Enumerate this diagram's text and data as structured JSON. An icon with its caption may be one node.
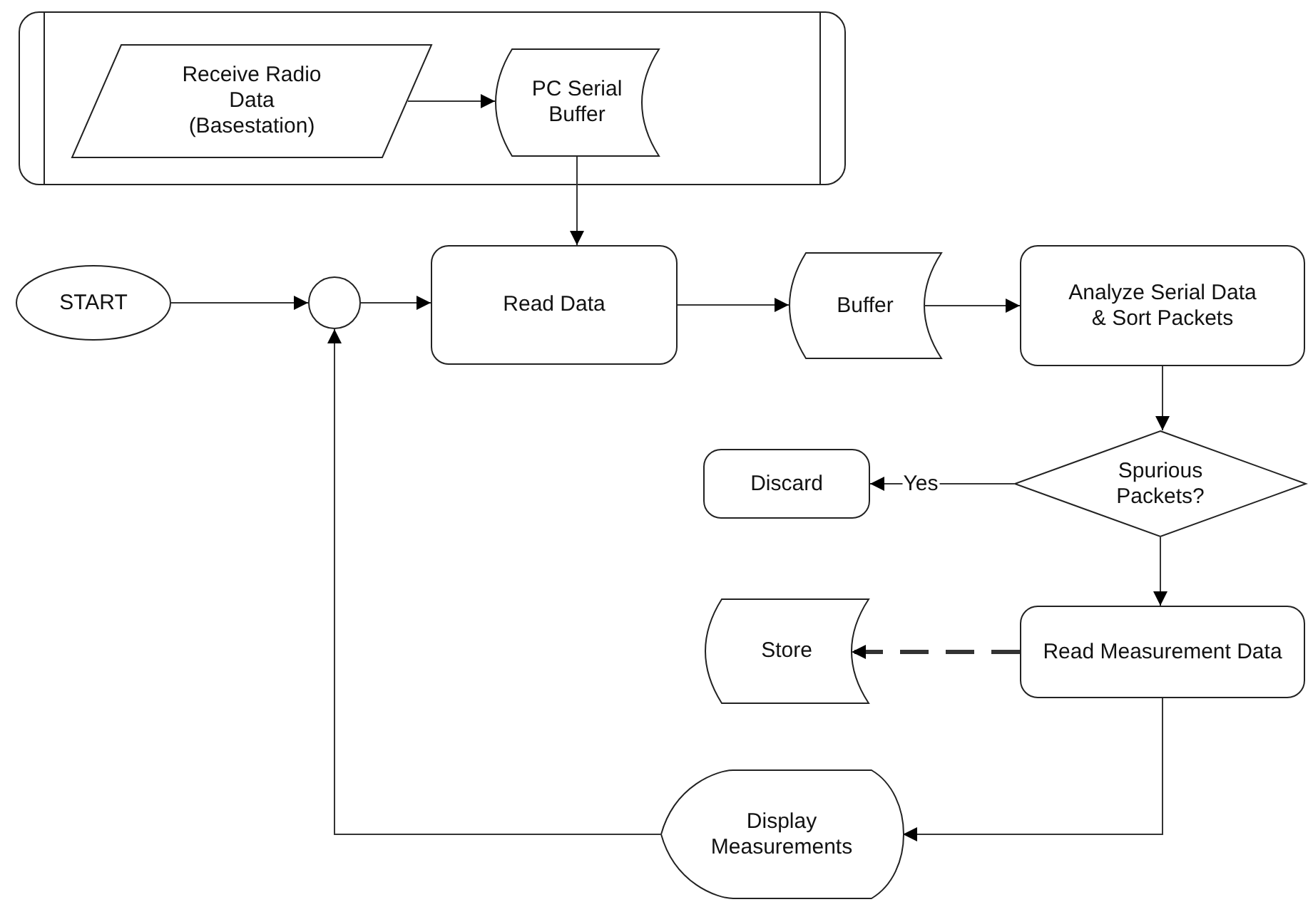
{
  "diagram": {
    "nodes": [
      {
        "text": [],
        "shape": "box"
      },
      {
        "text": [
          "Receive Radio Data (Basestation)"
        ],
        "in": 0
      },
      {
        "text": [
          "PC Serial Buffer"
        ],
        "in": 0
      },
      {
        "text": [
          "START"
        ]
      },
      {
        "text": [],
        "shape": "circle"
      },
      {
        "text": [
          "Read Data"
        ]
      },
      {
        "text": [
          "Buffer"
        ]
      },
      {
        "text": [
          "Analyze Serial Data & Sort Packets"
        ]
      },
      {
        "text": [
          "Discard"
        ]
      },
      {
        "text": [
          "Spurious Packets?"
        ]
      },
      {
        "text": [
          "Store"
        ]
      },
      {
        "text": [
          "Read Measurement Data"
        ]
      },
      {
        "text": [
          "Display Measurements"
        ]
      }
    ],
    "edges": [
      {
        "from": 1,
        "to": 2,
        "arrow": "to"
      },
      {
        "from": 2,
        "to": 5,
        "arrow": "to"
      },
      {
        "from": 3,
        "to": 4,
        "arrow": "to"
      },
      {
        "from": 4,
        "to": 5,
        "arrow": "to"
      },
      {
        "from": 5,
        "to": 6,
        "arrow": "to"
      },
      {
        "from": 6,
        "to": 7,
        "arrow": "to"
      },
      {
        "from": 7,
        "to": 9,
        "arrow": "to"
      },
      {
        "from": 9,
        "to": 8,
        "arrow": "to",
        "label": "Yes"
      },
      {
        "from": 9,
        "to": 11,
        "arrow": "to"
      },
      {
        "from": 11,
        "to": 10,
        "arrow": "to",
        "style": "dashed"
      },
      {
        "from": 11,
        "to": 12,
        "arrow": "to"
      },
      {
        "from": 12,
        "to": 4,
        "arrow": "to"
      }
    ]
  }
}
